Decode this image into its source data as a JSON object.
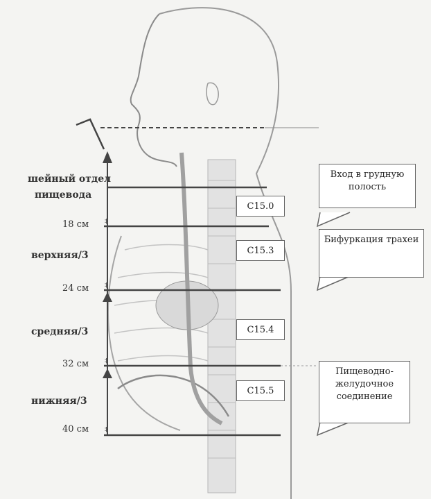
{
  "sections": {
    "cervical_line1": "шейный отдел",
    "cervical_line2": "пищевода",
    "upper": "верхняя/3",
    "middle": "средняя/3",
    "lower": "нижняя/3"
  },
  "distances": [
    "18 см",
    "24 см",
    "32 см",
    "40 см"
  ],
  "codes": [
    "C15.0",
    "C15.3",
    "C15.4",
    "C15.5"
  ],
  "callouts": {
    "thoracic_inlet": "Вход в грудную полость",
    "tracheal_bifurcation": "Бифуркация трахеи",
    "gej": "Пищеводно-желудочное соединение"
  },
  "colors": {
    "line": "#555555",
    "outline": "#9a9a9a",
    "fill": "#d9d9d9"
  }
}
